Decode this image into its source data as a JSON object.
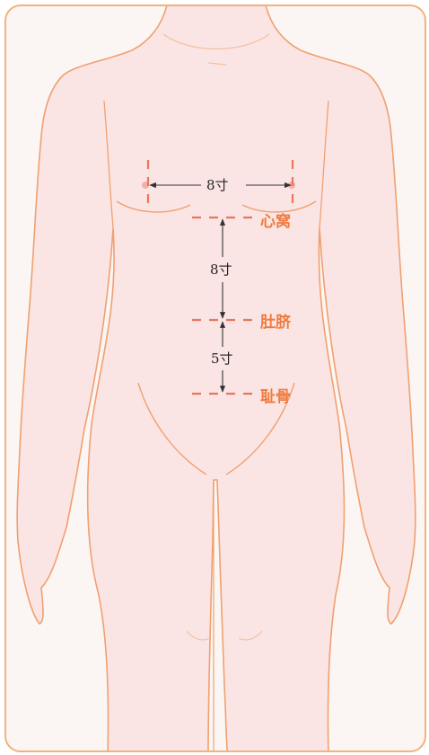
{
  "diagram": {
    "measurements": {
      "chest_width": "8寸",
      "xiphoid_to_navel": "8寸",
      "navel_to_pubis": "5寸"
    },
    "landmarks": {
      "xiphoid": "心窝",
      "navel": "肚脐",
      "pubis": "耻骨"
    },
    "colors": {
      "frame": "#f2b27a",
      "body_outline": "#f0a070",
      "body_fill": "#fbe5e4",
      "marker_dash": "#e8775a",
      "label": "#f07a3e",
      "arrow": "#333333"
    }
  }
}
